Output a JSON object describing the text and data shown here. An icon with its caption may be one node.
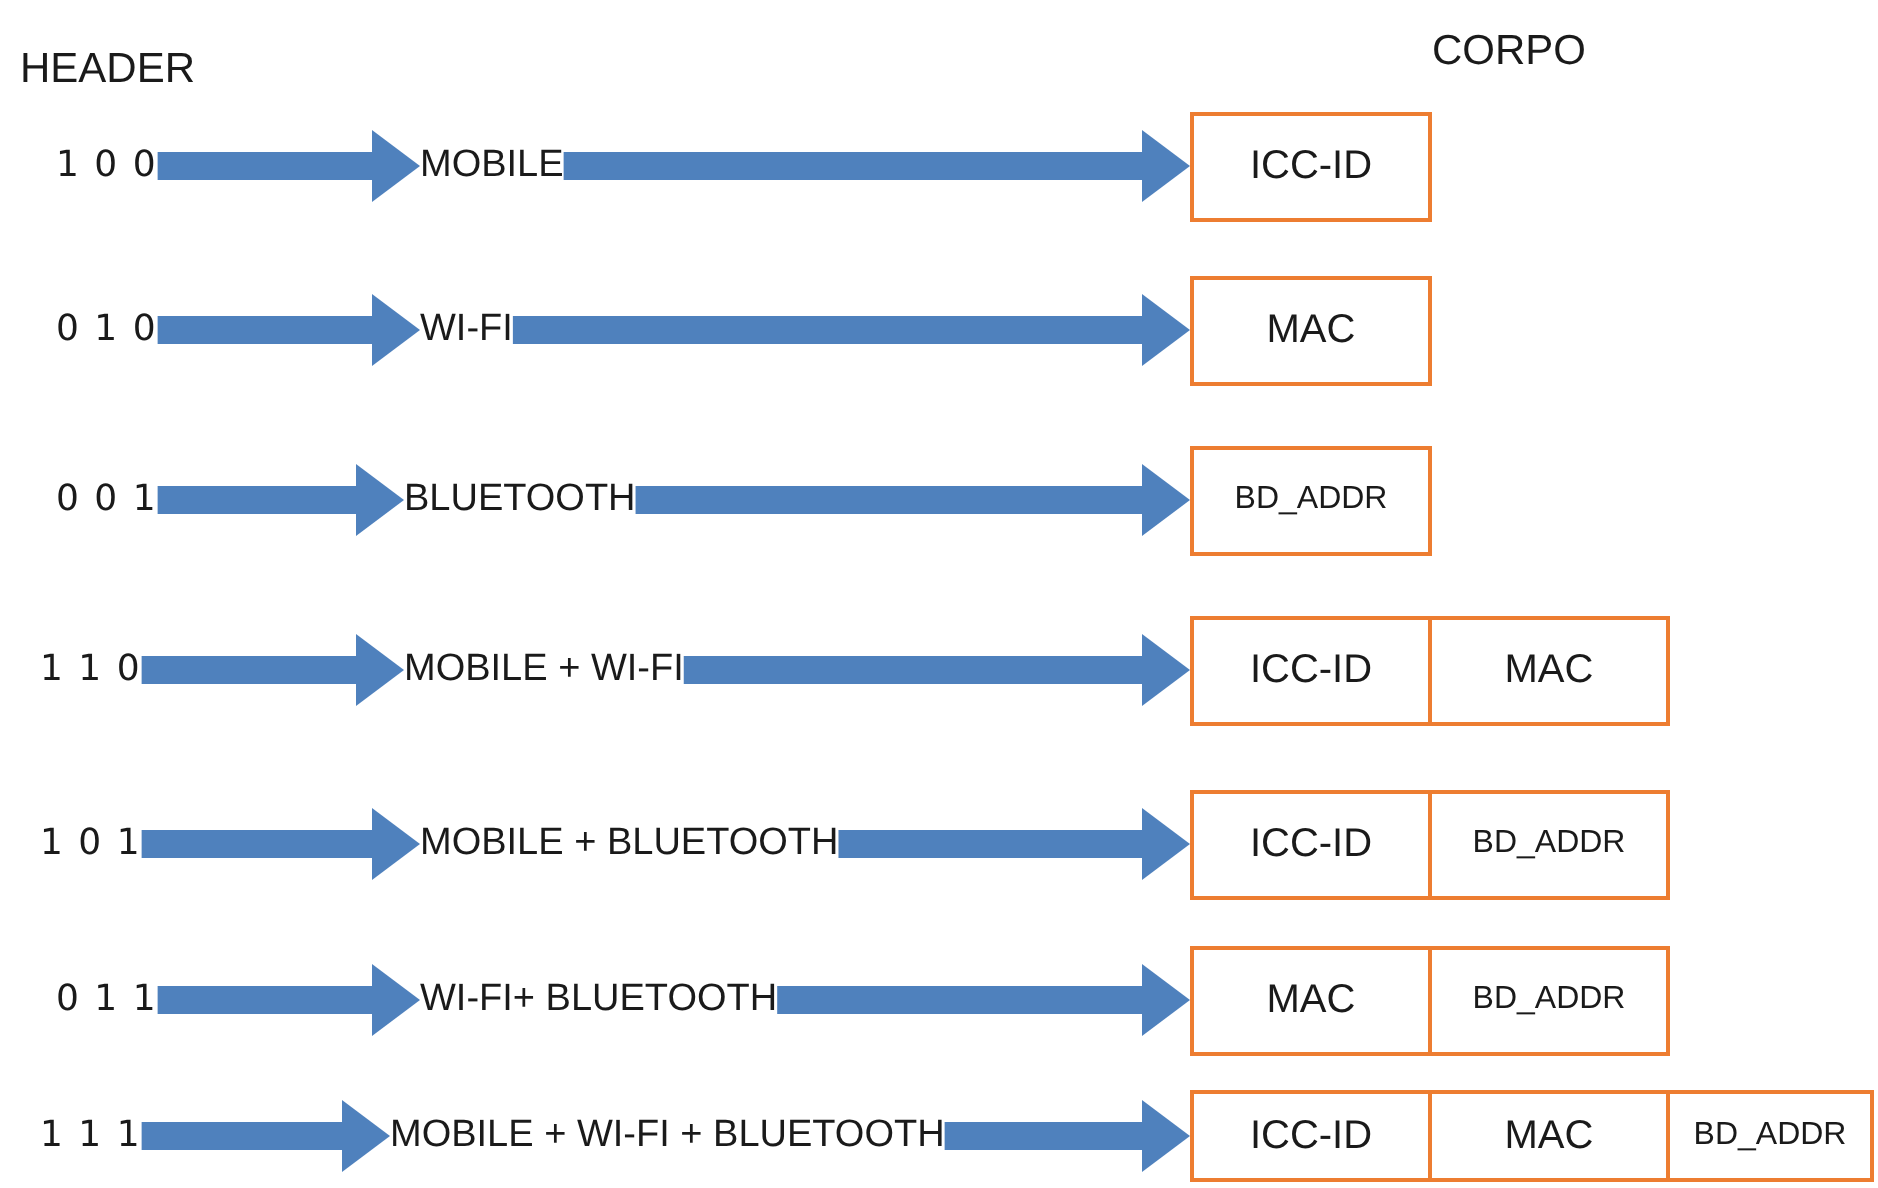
{
  "diagram": {
    "nodes": [
      {
        "text": [
          "1 0 0"
        ]
      },
      {
        "text": [
          "MOBILE"
        ]
      },
      {
        "text": [
          "ICC-ID"
        ]
      },
      {
        "text": [
          "0 1 0"
        ]
      },
      {
        "text": [
          "WI-FI"
        ]
      },
      {
        "text": [
          "MAC"
        ]
      },
      {
        "text": [
          "0 0 1"
        ]
      },
      {
        "text": [
          "BLUETOOTH"
        ]
      },
      {
        "text": [
          "BD_ADDR"
        ]
      },
      {
        "text": [
          "1 1 0"
        ]
      },
      {
        "text": [
          "MOBILE + WI-FI"
        ]
      },
      {
        "text": [
          "ICC-ID"
        ]
      },
      {
        "text": [
          "MAC"
        ]
      },
      {
        "text": [
          "1 0 1"
        ]
      },
      {
        "text": [
          "MOBILE + BLUETOOTH"
        ]
      },
      {
        "text": [
          "ICC-ID"
        ]
      },
      {
        "text": [
          "BD_ADDR"
        ]
      },
      {
        "text": [
          "0 1 1"
        ]
      },
      {
        "text": [
          "WI-FI+ BLUETOOTH"
        ]
      },
      {
        "text": [
          "MAC"
        ]
      },
      {
        "text": [
          "BD_ADDR"
        ]
      },
      {
        "text": [
          "1 1 1"
        ]
      },
      {
        "text": [
          "MOBILE + WI-FI + BLUETOOTH"
        ]
      },
      {
        "text": [
          "ICC-ID"
        ]
      },
      {
        "text": [
          "MAC"
        ]
      },
      {
        "text": [
          "BD_ADDR"
        ]
      }
    ],
    "edges": [
      {
        "from": 0,
        "to": 1,
        "arrow": "to"
      },
      {
        "from": 1,
        "to": 2,
        "arrow": "to"
      },
      {
        "from": 3,
        "to": 4,
        "arrow": "to"
      },
      {
        "from": 4,
        "to": 5,
        "arrow": "to"
      },
      {
        "from": 6,
        "to": 7,
        "arrow": "to"
      },
      {
        "from": 7,
        "to": 8,
        "arrow": "to"
      },
      {
        "from": 9,
        "to": 10,
        "arrow": "to"
      },
      {
        "from": 10,
        "to": 11,
        "arrow": "to"
      },
      {
        "from": 13,
        "to": 14,
        "arrow": "to"
      },
      {
        "from": 14,
        "to": 15,
        "arrow": "to"
      },
      {
        "from": 17,
        "to": 18,
        "arrow": "to"
      },
      {
        "from": 18,
        "to": 19,
        "arrow": "to"
      },
      {
        "from": 21,
        "to": 22,
        "arrow": "to"
      },
      {
        "from": 22,
        "to": 23,
        "arrow": "to"
      }
    ],
    "labels": [
      "HEADER",
      "CORPO"
    ]
  }
}
